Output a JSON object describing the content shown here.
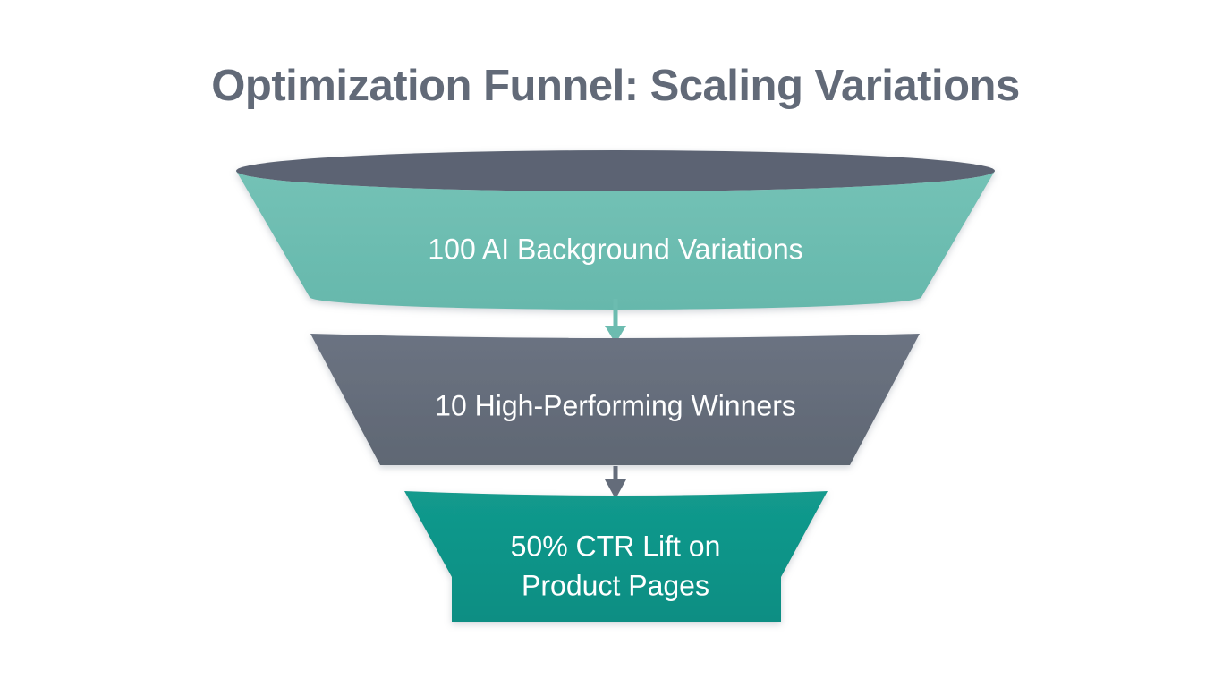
{
  "title": "Optimization Funnel: Scaling Variations",
  "background_color": "#ffffff",
  "title_color": "#626a78",
  "label_color": "#ffffff",
  "chart_data": {
    "type": "funnel",
    "title": "Optimization Funnel: Scaling Variations",
    "xlabel": "",
    "ylabel": "",
    "orientation": "vertical",
    "legend": "none",
    "grid": false,
    "stages": [
      {
        "label": "100 AI Background Variations",
        "value": 100,
        "unit": "variations",
        "color": "#6cbcb0",
        "arrow_color": "#6cbcb0",
        "label_lines": [
          "100 AI Background Variations"
        ]
      },
      {
        "label": "10 High-Performing Winners",
        "value": 10,
        "unit": "winners",
        "color": "#646c7a",
        "arrow_color": "#646c7a",
        "label_lines": [
          "10 High-Performing Winners"
        ]
      },
      {
        "label": "50% CTR Lift on Product Pages",
        "value": 50,
        "unit": "% CTR lift",
        "color": "#0e9287",
        "arrow_color": null,
        "label_lines": [
          "50% CTR Lift on",
          "Product Pages"
        ]
      }
    ],
    "funnel_rim_color": "#5c6473"
  }
}
